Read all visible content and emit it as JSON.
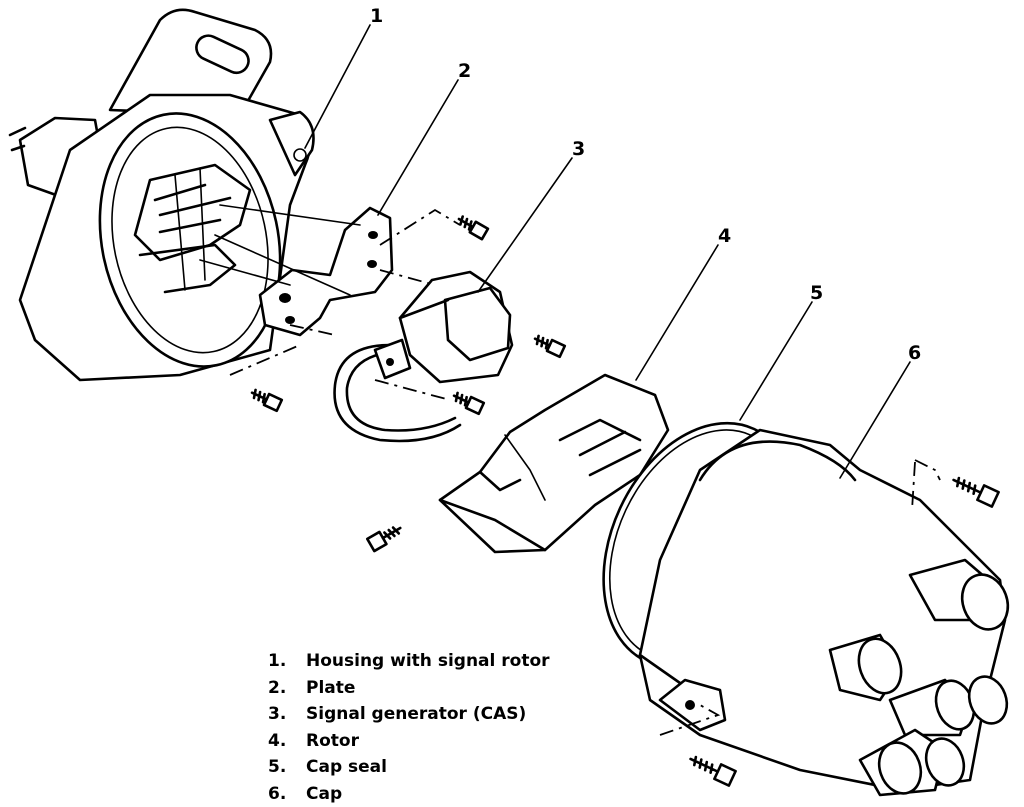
{
  "callouts": [
    "1",
    "2",
    "3",
    "4",
    "5",
    "6"
  ],
  "legend": [
    {
      "num": "1.",
      "label": "Housing with signal rotor"
    },
    {
      "num": "2.",
      "label": "Plate"
    },
    {
      "num": "3.",
      "label": "Signal generator (CAS)"
    },
    {
      "num": "4.",
      "label": "Rotor"
    },
    {
      "num": "5.",
      "label": "Cap seal"
    },
    {
      "num": "6.",
      "label": "Cap"
    }
  ]
}
